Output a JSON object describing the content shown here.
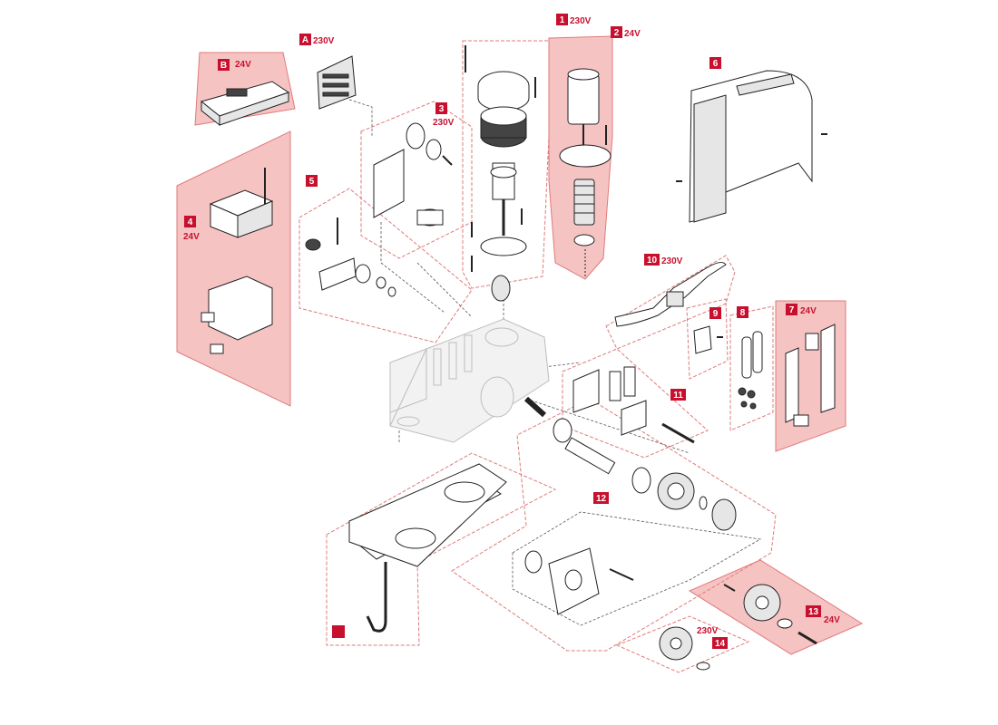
{
  "colors": {
    "accent": "#c8102e",
    "highlight": "#f6c3c3",
    "dash": "#e07a7a"
  },
  "callouts": [
    {
      "id": "1",
      "badge": "1",
      "voltage": "230V"
    },
    {
      "id": "2",
      "badge": "2",
      "voltage": "24V"
    },
    {
      "id": "3",
      "badge": "3",
      "voltage": "230V"
    },
    {
      "id": "4",
      "badge": "4",
      "voltage": "24V"
    },
    {
      "id": "5",
      "badge": "5",
      "voltage": ""
    },
    {
      "id": "6",
      "badge": "6",
      "voltage": ""
    },
    {
      "id": "7",
      "badge": "7",
      "voltage": "24V"
    },
    {
      "id": "8",
      "badge": "8",
      "voltage": ""
    },
    {
      "id": "9",
      "badge": "9",
      "voltage": ""
    },
    {
      "id": "10",
      "badge": "10",
      "voltage": "230V"
    },
    {
      "id": "11",
      "badge": "11",
      "voltage": ""
    },
    {
      "id": "12",
      "badge": "12",
      "voltage": ""
    },
    {
      "id": "13",
      "badge": "13",
      "voltage": "24V"
    },
    {
      "id": "14",
      "badge": "14",
      "voltage": "230V"
    },
    {
      "id": "A",
      "badge": "A",
      "voltage": "230V"
    },
    {
      "id": "B",
      "badge": "B",
      "voltage": "24V"
    },
    {
      "id": "blank",
      "badge": "",
      "voltage": ""
    }
  ]
}
